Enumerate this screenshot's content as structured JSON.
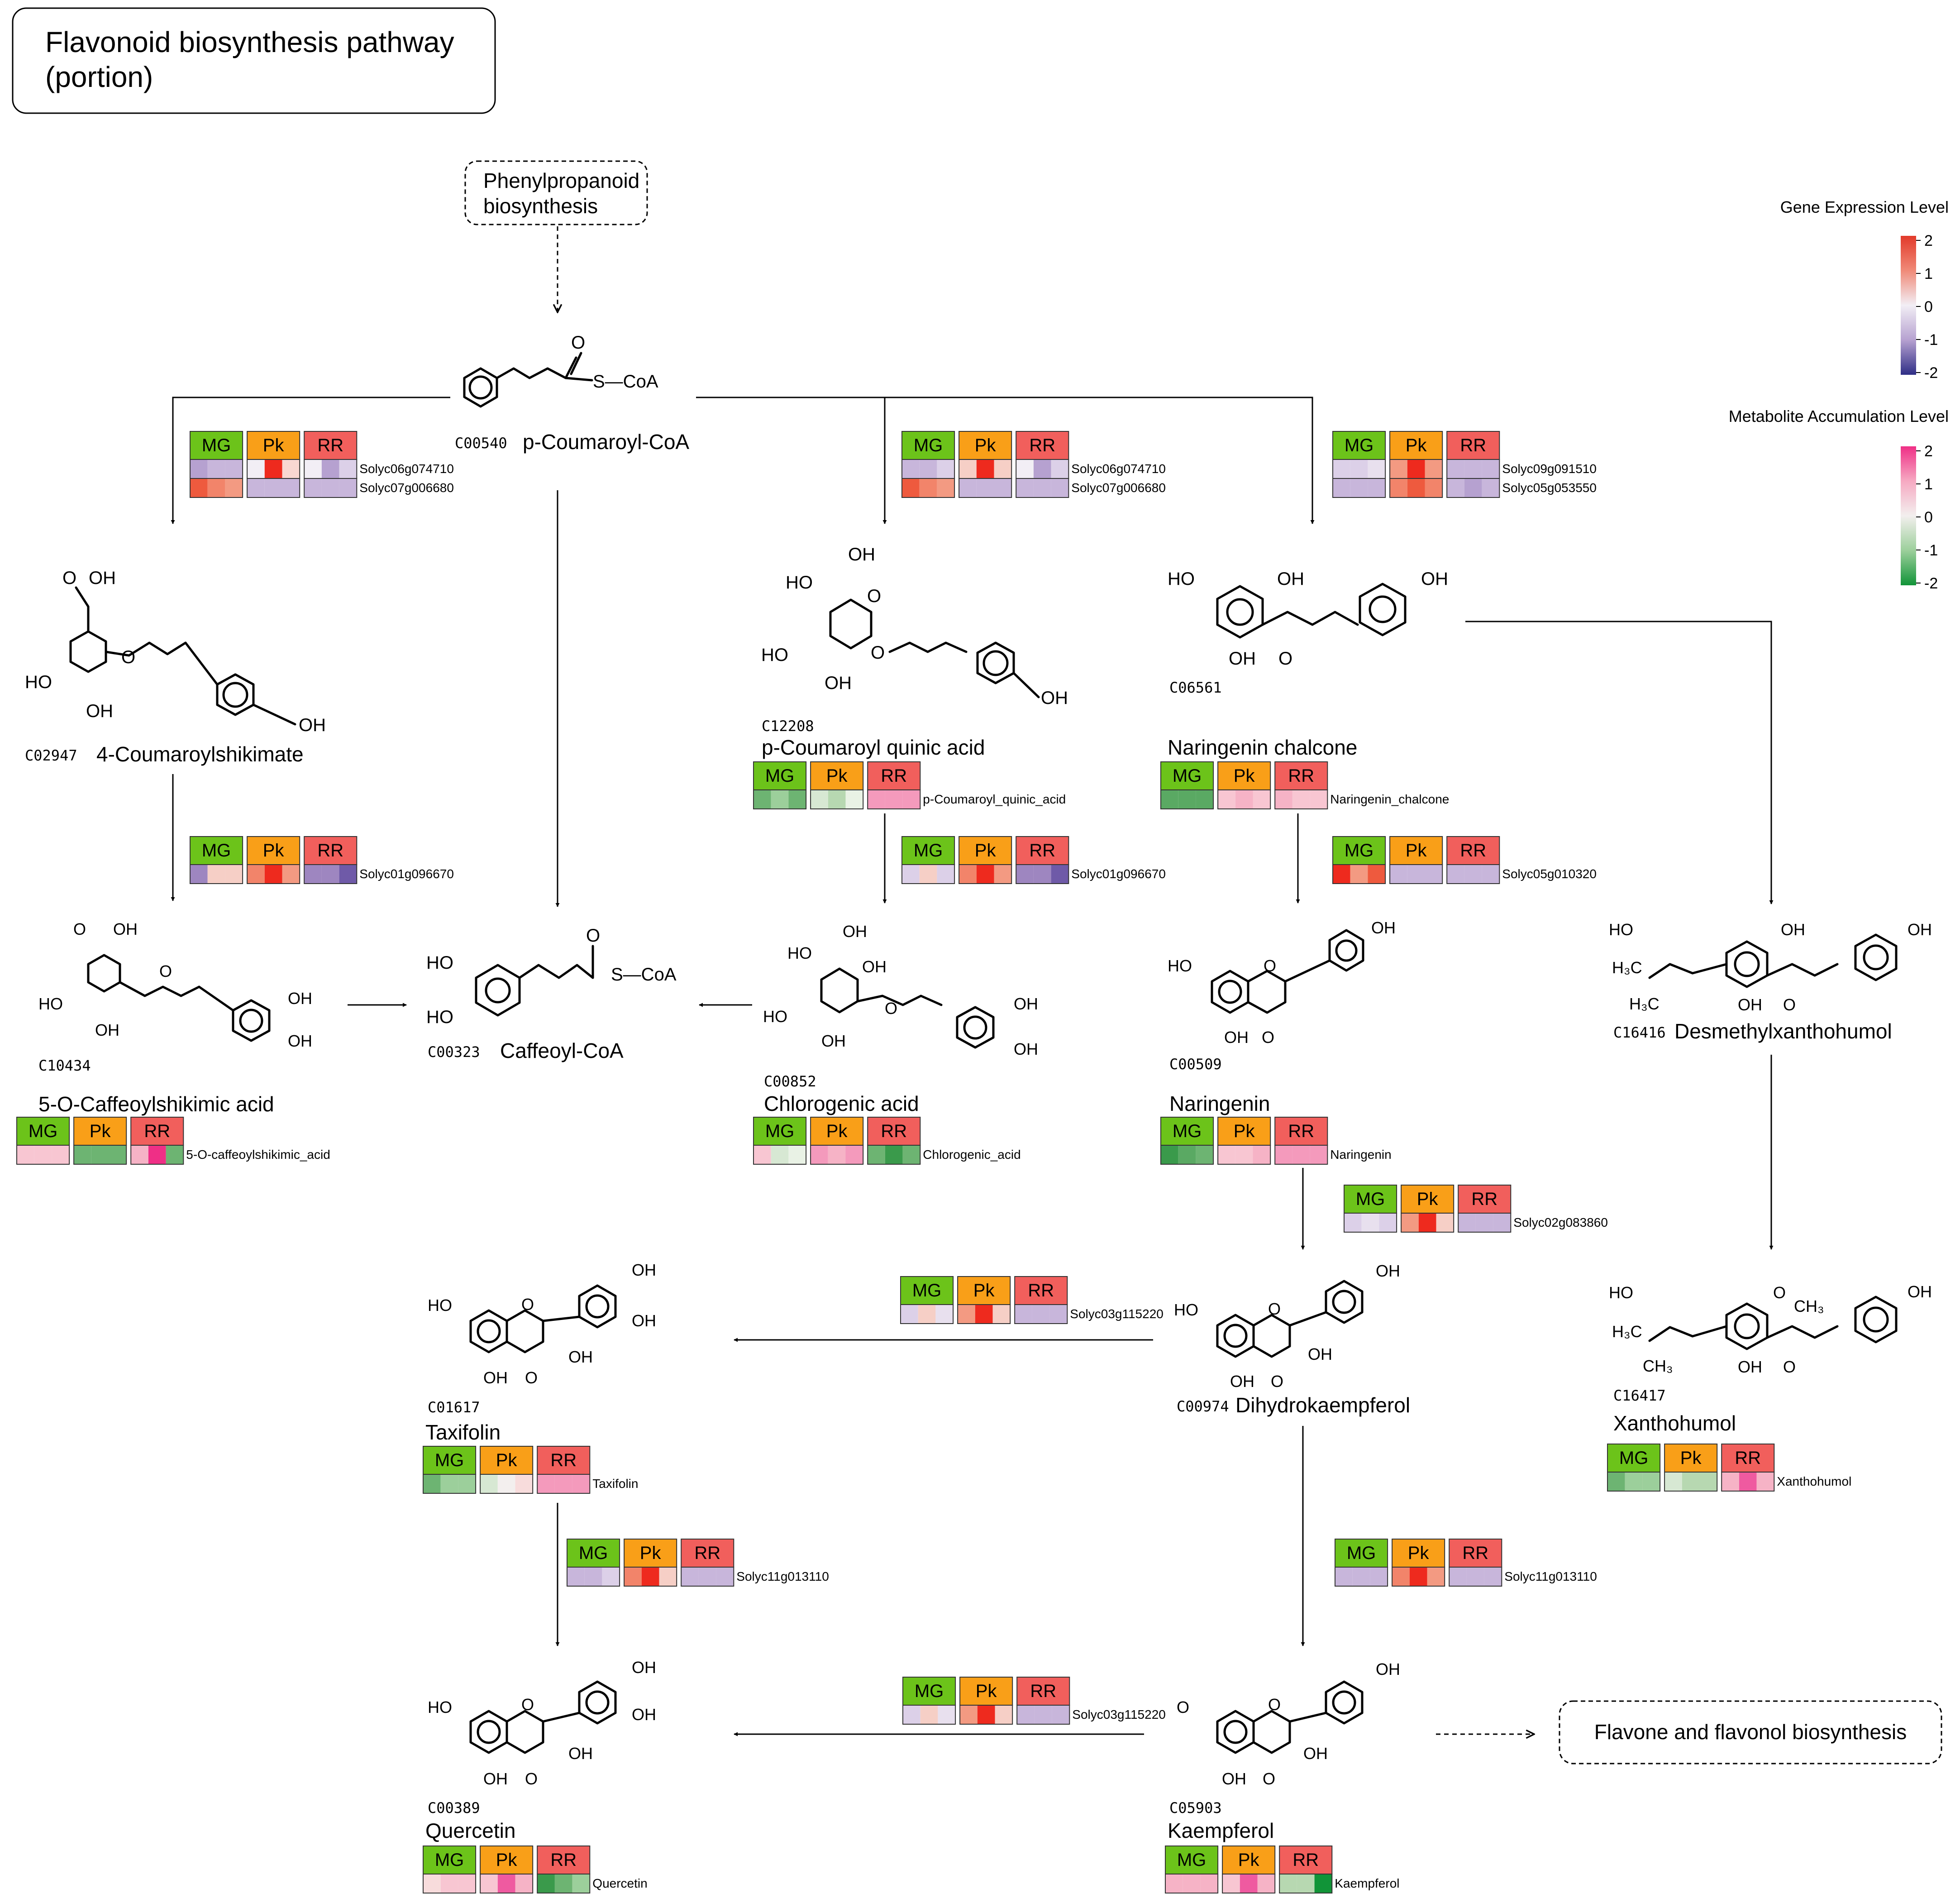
{
  "title": "Flavonoid biosynthesis pathway\n(portion)",
  "pathway_links": {
    "upstream": "Phenylpropanoid\nbiosynthesis",
    "downstream": "Flavone and flavonol biosynthesis"
  },
  "legend": {
    "gene": {
      "title": "Gene Expression Level",
      "ticks": [
        "2",
        "1",
        "0",
        "-1",
        "-2"
      ],
      "colors": [
        "#e23a2a",
        "#f7d2cf",
        "#f2eef5",
        "#b6a1d0",
        "#2f2e86"
      ]
    },
    "metabolite": {
      "title": "Metabolite Accumulation Level",
      "ticks": [
        "2",
        "1",
        "0",
        "-1",
        "-2"
      ],
      "colors": [
        "#ef2f86",
        "#f8c6d2",
        "#f3efee",
        "#9ccf9b",
        "#119438"
      ]
    }
  },
  "stage_labels": [
    "MG",
    "Pk",
    "RR"
  ],
  "stage_colors": {
    "MG": "#6cc31a",
    "Pk": "#f99f18",
    "RR": "#f15f5c"
  },
  "compounds": [
    {
      "id": "coumaroyl_coa",
      "kegg": "C00540",
      "name": "p-Coumaroyl-CoA"
    },
    {
      "id": "coumaroylshikimate",
      "kegg": "C02947",
      "name": "4-Coumaroylshikimate"
    },
    {
      "id": "coumaroyl_quinic",
      "kegg": "C12208",
      "name": "p-Coumaroyl quinic acid"
    },
    {
      "id": "naringenin_chalcone",
      "kegg": "C06561",
      "name": "Naringenin chalcone"
    },
    {
      "id": "caffeoylshikimic",
      "kegg": "C10434",
      "name": "5-O-Caffeoylshikimic acid"
    },
    {
      "id": "caffeoyl_coa",
      "kegg": "C00323",
      "name": "Caffeoyl-CoA"
    },
    {
      "id": "chlorogenic",
      "kegg": "C00852",
      "name": "Chlorogenic acid"
    },
    {
      "id": "naringenin",
      "kegg": "C00509",
      "name": "Naringenin"
    },
    {
      "id": "desmethylxanthohumol",
      "kegg": "C16416",
      "name": "Desmethylxanthohumol"
    },
    {
      "id": "taxifolin",
      "kegg": "C01617",
      "name": "Taxifolin"
    },
    {
      "id": "dihydrokaempferol",
      "kegg": "C00974",
      "name": "Dihydrokaempferol"
    },
    {
      "id": "xanthohumol",
      "kegg": "C16417",
      "name": "Xanthohumol"
    },
    {
      "id": "quercetin",
      "kegg": "C00389",
      "name": "Quercetin"
    },
    {
      "id": "kaempferol",
      "kegg": "C05903",
      "name": "Kaempferol"
    }
  ],
  "heatmaps": [
    {
      "id": "hm1",
      "kind": "gene",
      "rows": [
        {
          "label": "Solyc06g074710",
          "cells": [
            "#b6a1d0",
            "#c8b6db",
            "#c8b6db",
            "#f2eef5",
            "#ee2a1e",
            "#f9d7d1",
            "#f2eef5",
            "#b6a1d0",
            "#dcd0e8"
          ]
        },
        {
          "label": "Solyc07g006680",
          "cells": [
            "#ee5a3e",
            "#f2846a",
            "#f39a82",
            "#c8b6db",
            "#c8b6db",
            "#c8b6db",
            "#c8b6db",
            "#c8b6db",
            "#c8b6db"
          ]
        }
      ]
    },
    {
      "id": "hm2",
      "kind": "gene",
      "rows": [
        {
          "label": "Solyc06g074710",
          "cells": [
            "#c8b6db",
            "#c8b6db",
            "#dcd0e8",
            "#f6cfc6",
            "#ee2a1e",
            "#f6cfc6",
            "#f2eef5",
            "#b6a1d0",
            "#dcd0e8"
          ]
        },
        {
          "label": "Solyc07g006680",
          "cells": [
            "#ee5a3e",
            "#f2846a",
            "#f39a82",
            "#c8b6db",
            "#c8b6db",
            "#c8b6db",
            "#c8b6db",
            "#c8b6db",
            "#c8b6db"
          ]
        }
      ]
    },
    {
      "id": "hm3",
      "kind": "gene",
      "rows": [
        {
          "label": "Solyc09g091510",
          "cells": [
            "#dcd0e8",
            "#dcd0e8",
            "#e8e0ee",
            "#f39a82",
            "#ee2a1e",
            "#f39a82",
            "#c8b6db",
            "#c8b6db",
            "#c8b6db"
          ]
        },
        {
          "label": "Solyc05g053550",
          "cells": [
            "#c8b6db",
            "#c8b6db",
            "#c8b6db",
            "#f2846a",
            "#ee5a3e",
            "#f2846a",
            "#c8b6db",
            "#b6a1d0",
            "#c8b6db"
          ]
        }
      ]
    },
    {
      "id": "hm4",
      "kind": "metabolite",
      "rows": [
        {
          "label": "p-Coumaroyl_quinic_acid",
          "cells": [
            "#6db472",
            "#9ccf9b",
            "#6db472",
            "#d7e8d3",
            "#b7d8b1",
            "#e9f2e5",
            "#f49abc",
            "#f49abc",
            "#f49abc"
          ]
        }
      ]
    },
    {
      "id": "hm5",
      "kind": "metabolite",
      "rows": [
        {
          "label": "Naringenin_chalcone",
          "cells": [
            "#5aa963",
            "#5aa963",
            "#5aa963",
            "#f8c6d2",
            "#f6b3c6",
            "#f8c6d2",
            "#f6b3c6",
            "#f8c6d2",
            "#f8c6d2"
          ]
        }
      ]
    },
    {
      "id": "hm6",
      "kind": "gene",
      "rows": [
        {
          "label": "Solyc01g096670",
          "cells": [
            "#9e86c0",
            "#f6cfc6",
            "#f6cfc6",
            "#f2846a",
            "#ee2a1e",
            "#f39a82",
            "#9e86c0",
            "#9e86c0",
            "#6f5aa8"
          ]
        }
      ]
    },
    {
      "id": "hm7",
      "kind": "gene",
      "rows": [
        {
          "label": "Solyc01g096670",
          "cells": [
            "#dcd0e8",
            "#f6cfc6",
            "#dcd0e8",
            "#f2846a",
            "#ee2a1e",
            "#f39a82",
            "#9e86c0",
            "#9e86c0",
            "#6f5aa8"
          ]
        }
      ]
    },
    {
      "id": "hm8",
      "kind": "gene",
      "rows": [
        {
          "label": "Solyc05g010320",
          "cells": [
            "#ee2a1e",
            "#f39a82",
            "#ee5a3e",
            "#c8b6db",
            "#c8b6db",
            "#c8b6db",
            "#c8b6db",
            "#c8b6db",
            "#c8b6db"
          ]
        }
      ]
    },
    {
      "id": "hm9",
      "kind": "metabolite",
      "rows": [
        {
          "label": "5-O-caffeoylshikimic_acid",
          "cells": [
            "#f8c6d2",
            "#f8c6d2",
            "#f8c6d2",
            "#6db472",
            "#6db472",
            "#6db472",
            "#f6b3c6",
            "#ef2f86",
            "#6db472"
          ]
        }
      ]
    },
    {
      "id": "hm10",
      "kind": "metabolite",
      "rows": [
        {
          "label": "Chlorogenic_acid",
          "cells": [
            "#f8c6d2",
            "#d7e8d3",
            "#e9f2e5",
            "#f49abc",
            "#f6b3c6",
            "#f49abc",
            "#6db472",
            "#3a9a4b",
            "#6db472"
          ]
        }
      ]
    },
    {
      "id": "hm11",
      "kind": "metabolite",
      "rows": [
        {
          "label": "Naringenin",
          "cells": [
            "#3a9a4b",
            "#5aa963",
            "#6db472",
            "#f8c6d2",
            "#f8c6d2",
            "#f6b3c6",
            "#f49abc",
            "#f49abc",
            "#f49abc"
          ]
        }
      ]
    },
    {
      "id": "hm12",
      "kind": "gene",
      "rows": [
        {
          "label": "Solyc02g083860",
          "cells": [
            "#dcd0e8",
            "#e8e0ee",
            "#dcd0e8",
            "#f39a82",
            "#ee2a1e",
            "#f6cfc6",
            "#c8b6db",
            "#c8b6db",
            "#c8b6db"
          ]
        }
      ]
    },
    {
      "id": "hm13",
      "kind": "gene",
      "rows": [
        {
          "label": "Solyc03g115220",
          "cells": [
            "#dcd0e8",
            "#f6cfc6",
            "#e8e0ee",
            "#f39a82",
            "#ee2a1e",
            "#f6cfc6",
            "#c8b6db",
            "#c8b6db",
            "#c8b6db"
          ]
        }
      ]
    },
    {
      "id": "hm14",
      "kind": "metabolite",
      "rows": [
        {
          "label": "Taxifolin",
          "cells": [
            "#6db472",
            "#9ccf9b",
            "#9ccf9b",
            "#d7e8d3",
            "#f3efee",
            "#f8dcdc",
            "#f49abc",
            "#f49abc",
            "#f49abc"
          ]
        }
      ]
    },
    {
      "id": "hm15",
      "kind": "metabolite",
      "rows": [
        {
          "label": "Xanthohumol",
          "cells": [
            "#6db472",
            "#9ccf9b",
            "#9ccf9b",
            "#d7e8d3",
            "#b7d8b1",
            "#b7d8b1",
            "#f6b3c6",
            "#ef5aa0",
            "#f6b3c6"
          ]
        }
      ]
    },
    {
      "id": "hm16",
      "kind": "gene",
      "rows": [
        {
          "label": "Solyc11g013110",
          "cells": [
            "#c8b6db",
            "#c8b6db",
            "#dcd0e8",
            "#f2846a",
            "#ee2a1e",
            "#f6cfc6",
            "#c8b6db",
            "#c8b6db",
            "#c8b6db"
          ]
        }
      ]
    },
    {
      "id": "hm17",
      "kind": "gene",
      "rows": [
        {
          "label": "Solyc11g013110",
          "cells": [
            "#c8b6db",
            "#c8b6db",
            "#c8b6db",
            "#f2846a",
            "#ee2a1e",
            "#f39a82",
            "#c8b6db",
            "#c8b6db",
            "#c8b6db"
          ]
        }
      ]
    },
    {
      "id": "hm18",
      "kind": "gene",
      "rows": [
        {
          "label": "Solyc03g115220",
          "cells": [
            "#dcd0e8",
            "#f6cfc6",
            "#e8e0ee",
            "#f39a82",
            "#ee2a1e",
            "#f6cfc6",
            "#c8b6db",
            "#c8b6db",
            "#c8b6db"
          ]
        }
      ]
    },
    {
      "id": "hm19",
      "kind": "metabolite",
      "rows": [
        {
          "label": "Quercetin",
          "cells": [
            "#f8dcdc",
            "#f8c6d2",
            "#f8c6d2",
            "#f8c6d2",
            "#ef5aa0",
            "#f6b3c6",
            "#3a9a4b",
            "#6db472",
            "#9ccf9b"
          ]
        }
      ]
    },
    {
      "id": "hm20",
      "kind": "metabolite",
      "rows": [
        {
          "label": "Kaempferol",
          "cells": [
            "#f6b3c6",
            "#f6b3c6",
            "#f6b3c6",
            "#f8c6d2",
            "#ef5aa0",
            "#f6b3c6",
            "#b7d8b1",
            "#b7d8b1",
            "#119438"
          ]
        }
      ]
    }
  ]
}
